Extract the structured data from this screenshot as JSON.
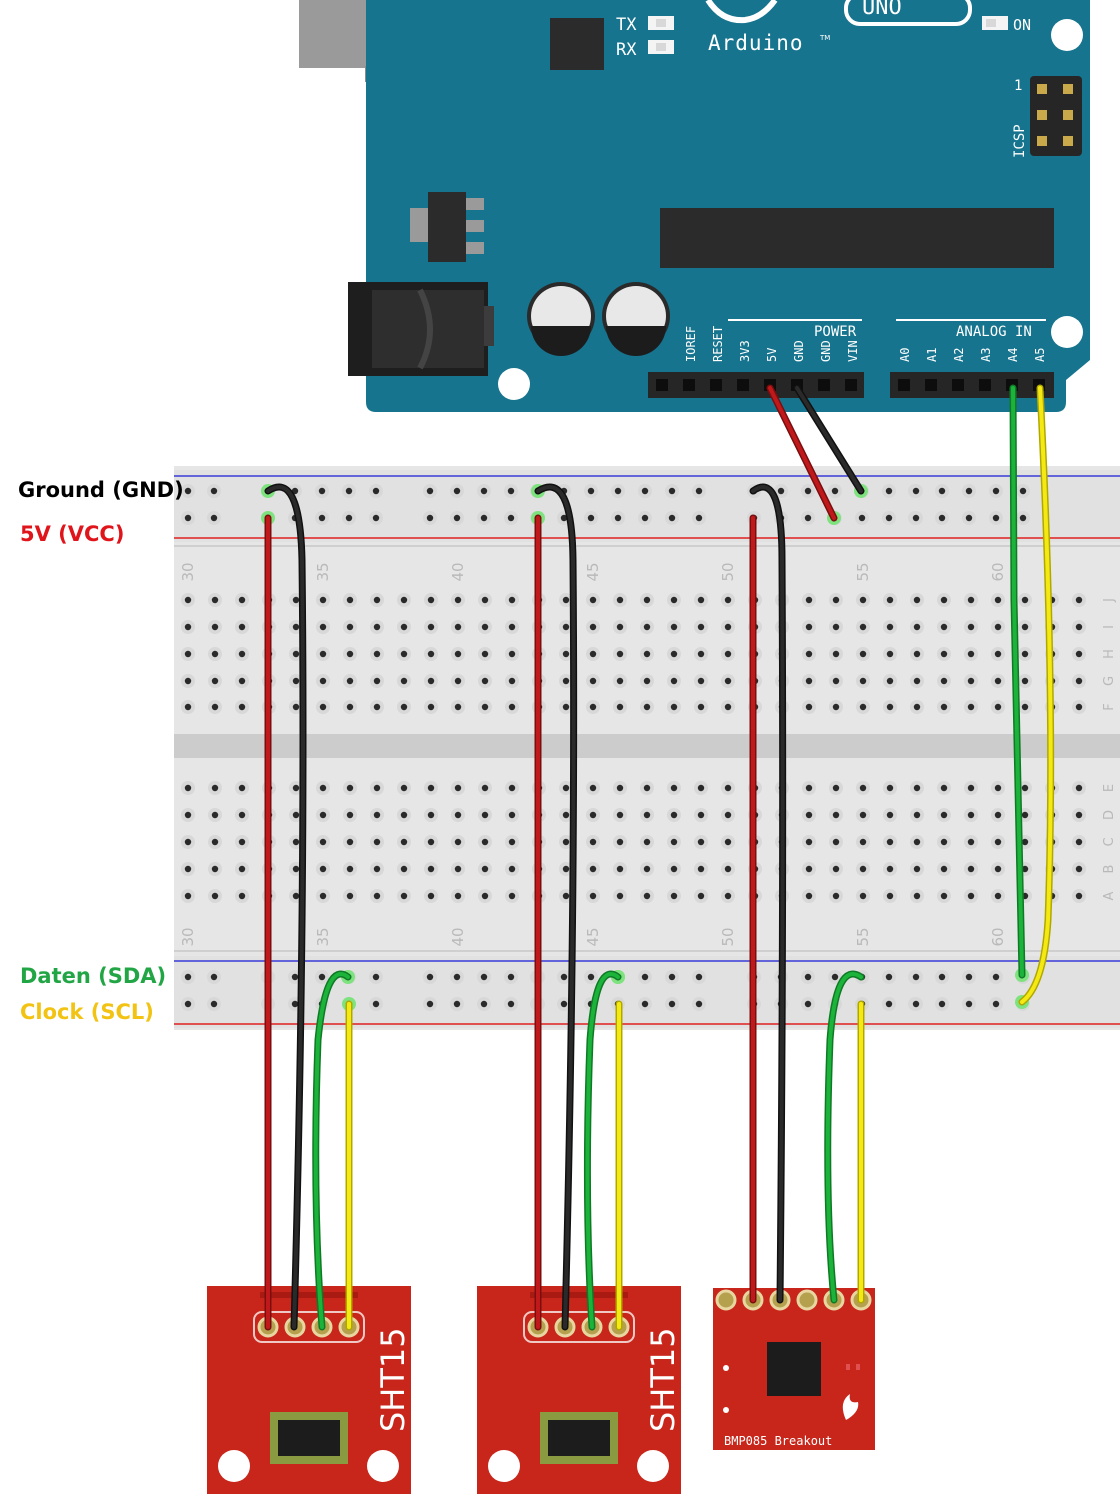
{
  "labels": {
    "gnd": "Ground (GND)",
    "vcc": "5V (VCC)",
    "sda": "Daten (SDA)",
    "scl": "Clock (SCL)"
  },
  "arduino": {
    "tx": "TX",
    "rx": "RX",
    "brand": "Arduino",
    "tm": "TM",
    "model": "UNO",
    "on": "ON",
    "icsp": "ICSP",
    "icsp_pin1": "1",
    "power_header": "POWER",
    "analog_header": "ANALOG IN",
    "power_pins": [
      "IOREF",
      "RESET",
      "3V3",
      "5V",
      "GND",
      "GND",
      "VIN"
    ],
    "analog_pins": [
      "A0",
      "A1",
      "A2",
      "A3",
      "A4",
      "A5"
    ]
  },
  "breadboard": {
    "column_numbers": [
      "30",
      "35",
      "40",
      "45",
      "50",
      "55",
      "60"
    ],
    "rows_top": [
      "J",
      "I",
      "H",
      "G",
      "F"
    ],
    "rows_bottom": [
      "E",
      "D",
      "C",
      "B",
      "A"
    ]
  },
  "modules": {
    "sht15_a": "SHT15",
    "sht15_b": "SHT15",
    "bmp085": "BMP085 Breakout"
  },
  "colors": {
    "board_teal": "#17748f",
    "wire_red": "#c0191b",
    "wire_black": "#2a2a2a",
    "wire_green": "#1bb33a",
    "wire_yellow": "#f5e914",
    "module_red": "#c8261b",
    "label_gnd": "#000000",
    "label_vcc": "#e0141b",
    "label_sda": "#22a545",
    "label_scl": "#f2c312"
  }
}
